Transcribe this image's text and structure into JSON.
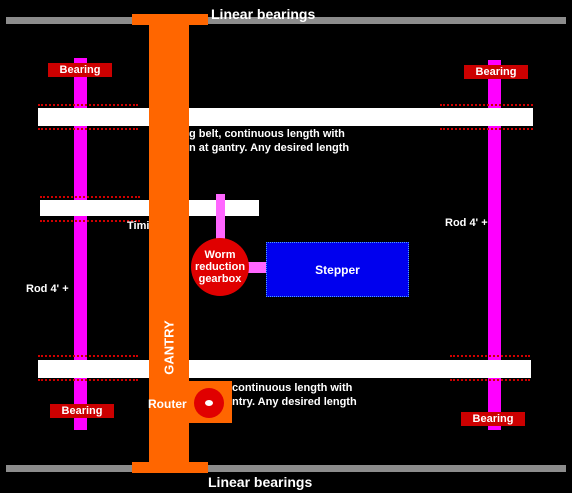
{
  "linear_bearings_top": "Linear bearings",
  "linear_bearings_bottom": "Linear bearings",
  "bearing_labels": [
    "Bearing",
    "Bearing",
    "Bearing",
    "Bearing"
  ],
  "rod_left_label": "Rod 4' +",
  "rod_right_label": "Rod 4' +",
  "belt_top_note_line1": "g belt, continuous length with",
  "belt_top_note_line2": "n at gantry. Any desired length",
  "belt_bottom_note_line1": "continuous length with",
  "belt_bottom_note_line2": "ntry. Any desired length",
  "timing_label": "Timi",
  "gearbox_label_line1": "Worm",
  "gearbox_label_line2": "reduction",
  "gearbox_label_line3": "gearbox",
  "stepper_label": "Stepper",
  "gantry_label": "GANTRY",
  "router_label": "Router",
  "colors": {
    "rail": "#8c8c8c",
    "gantry": "#ff6600",
    "rod": "#ff00ff",
    "bearing": "#cc0000",
    "stepper": "#0000ee",
    "gearbox": "#e00000"
  }
}
